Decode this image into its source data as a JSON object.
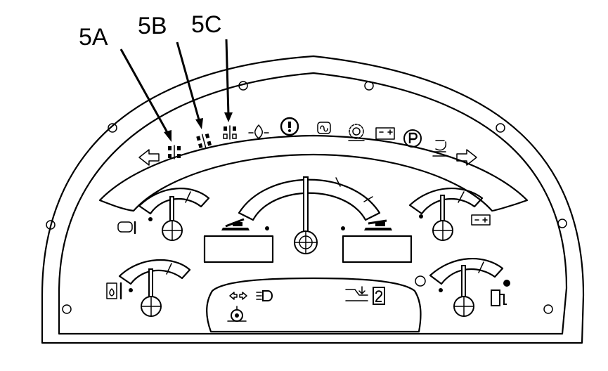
{
  "callouts": [
    {
      "id": "5A",
      "label": "5A"
    },
    {
      "id": "5B",
      "label": "5B"
    },
    {
      "id": "5C",
      "label": "5C"
    }
  ],
  "warning_lights": [
    "steer-mode-4wheel-icon",
    "steer-mode-crab-icon",
    "steer-mode-2wheel-icon",
    "engine-oil-pressure-icon",
    "general-warning-icon",
    "glow-plug-icon",
    "transmission-warning-icon",
    "battery-charge-icon",
    "parking-brake-icon",
    "hydraulic-filter-icon"
  ],
  "gauges": [
    {
      "id": "engine-temp",
      "icon": "engine-temperature-icon"
    },
    {
      "id": "hydraulic-oil-temp",
      "icon": "hydraulic-oil-temperature-icon"
    },
    {
      "id": "battery-voltage",
      "icon": "battery-icon"
    },
    {
      "id": "fuel-level",
      "icon": "fuel-pump-icon"
    },
    {
      "id": "center-load",
      "icon": "boom-angle-icon"
    }
  ],
  "bottom_indicators": [
    "turn-signal-icon",
    "headlight-icon",
    "transmission-icon",
    "gear-shift-icon",
    "gear-2-icon"
  ]
}
